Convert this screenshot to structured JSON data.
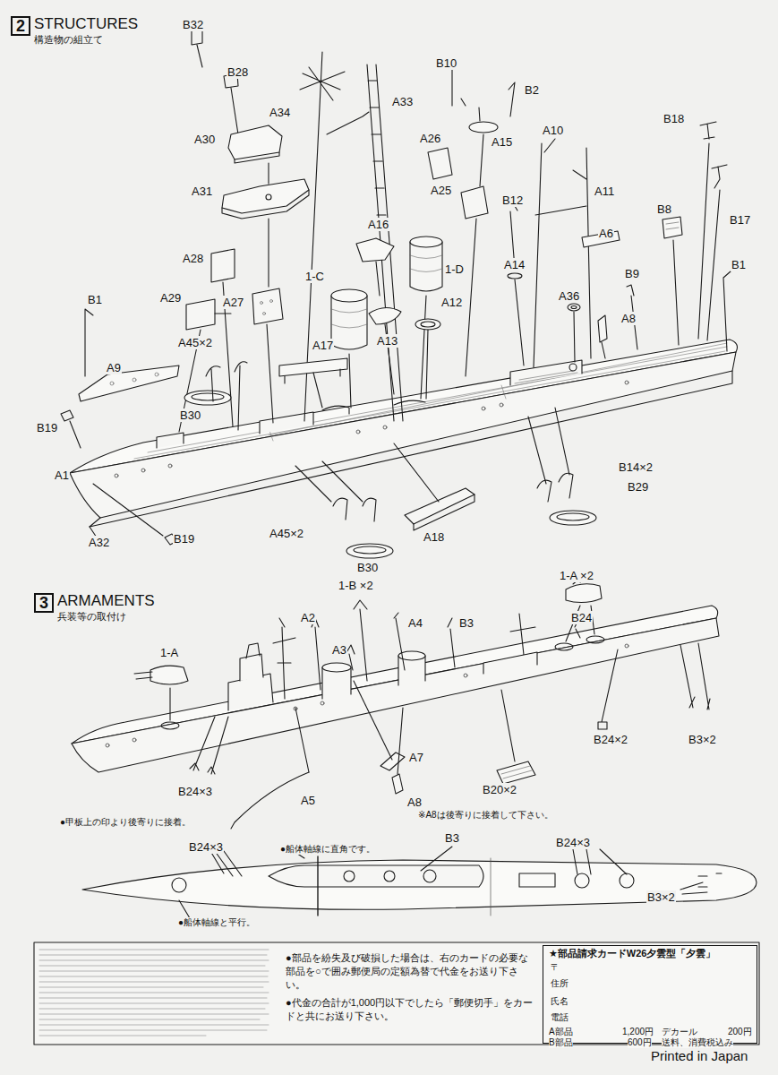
{
  "diagram": {
    "nodes": [
      {
        "text": [
          "2",
          "STRUCTURES",
          "構造物の組立て"
        ]
      },
      {
        "text": [
          "3",
          "ARMAMENTS",
          "兵装等の取付け"
        ]
      },
      {
        "text": [
          "★部品請求カードW26夕雲型「夕雲」",
          "〒",
          "住所",
          "氏名",
          "電話",
          "A部品",
          "1,200円",
          "デカール",
          "200円",
          "B部品",
          "600円",
          "送料、消費税込み"
        ]
      }
    ],
    "labels": [
      "B32",
      "B28",
      "A34",
      "A33",
      "A30",
      "A31",
      "B10",
      "B2",
      "A26",
      "A15",
      "A10",
      "B18",
      "A25",
      "A11",
      "B12",
      "B8",
      "B17",
      "A16",
      "A6",
      "A28",
      "1-C",
      "1-D",
      "A14",
      "B9",
      "B1",
      "A12",
      "A36",
      "A29",
      "A27",
      "A8",
      "B1",
      "A13",
      "A45×2",
      "A9",
      "A17",
      "B30",
      "B19",
      "B14×2",
      "A1",
      "B29",
      "A32",
      "B19",
      "A45×2",
      "A18",
      "B30",
      "1-B ×2",
      "1-A ×2",
      "A2",
      "A4",
      "B3",
      "B24",
      "1-A",
      "A3",
      "A7",
      "B24×2",
      "B3×2",
      "A8",
      "B20×2",
      "B24×3",
      "A5",
      "※A8は後寄りに接着して下さい。",
      "●甲板上の印より後寄りに接着。",
      "B24×3",
      "●船体軸線に直角です。",
      "B3",
      "B24×3",
      "B3×2",
      "●船体軸線と平行。",
      "●部品を紛失及び破損した場合は、右のカードの必要な部品を○で囲み郵便局の定額為替で代金をお送り下さい。",
      "●代金の合計が1,000円以下でしたら「郵便切手」をカードと共にお送り下さい。",
      "Printed in Japan"
    ]
  }
}
